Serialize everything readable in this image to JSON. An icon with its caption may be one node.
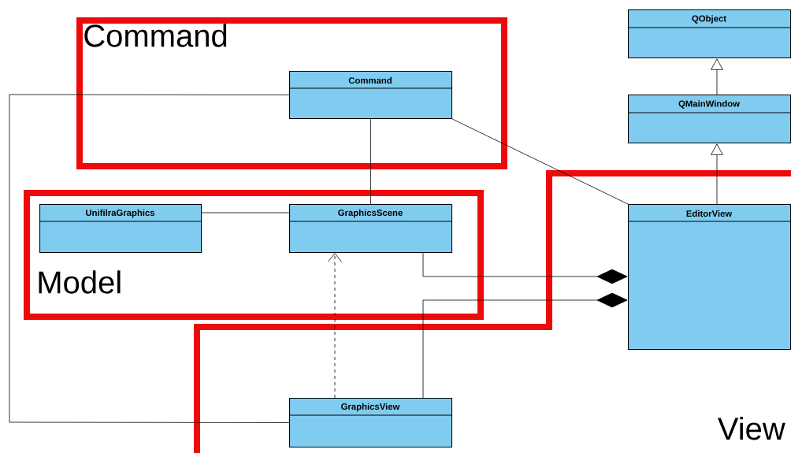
{
  "diagram": {
    "nodes": [
      {
        "text": [
          "Command"
        ]
      },
      {
        "text": [
          "Command"
        ],
        "in": 0
      },
      {
        "text": [
          "Model"
        ]
      },
      {
        "text": [
          "UnifilraGraphics"
        ],
        "in": 2
      },
      {
        "text": [
          "GraphicsScene"
        ]
      },
      {
        "text": [
          "View"
        ]
      },
      {
        "text": [
          "EditorView"
        ],
        "in": 5
      },
      {
        "text": [
          "GraphicsView"
        ],
        "in": 5
      },
      {
        "text": [
          "QObject"
        ]
      },
      {
        "text": [
          "QMainWindow"
        ]
      }
    ],
    "edges": [
      {
        "from": 1,
        "to": 7,
        "arrow": "none"
      },
      {
        "from": 1,
        "to": 4,
        "arrow": "none"
      },
      {
        "from": 1,
        "to": 6,
        "arrow": "none"
      },
      {
        "from": 3,
        "to": 4,
        "arrow": "none"
      },
      {
        "from": 7,
        "to": 4,
        "arrow": "to",
        "style": "dashed"
      },
      {
        "from": 9,
        "to": 8,
        "arrow": "to"
      },
      {
        "from": 6,
        "to": 9,
        "arrow": "to"
      },
      {
        "from": 4,
        "to": 6,
        "arrow": "other"
      },
      {
        "from": 7,
        "to": 6,
        "arrow": "other"
      }
    ]
  }
}
